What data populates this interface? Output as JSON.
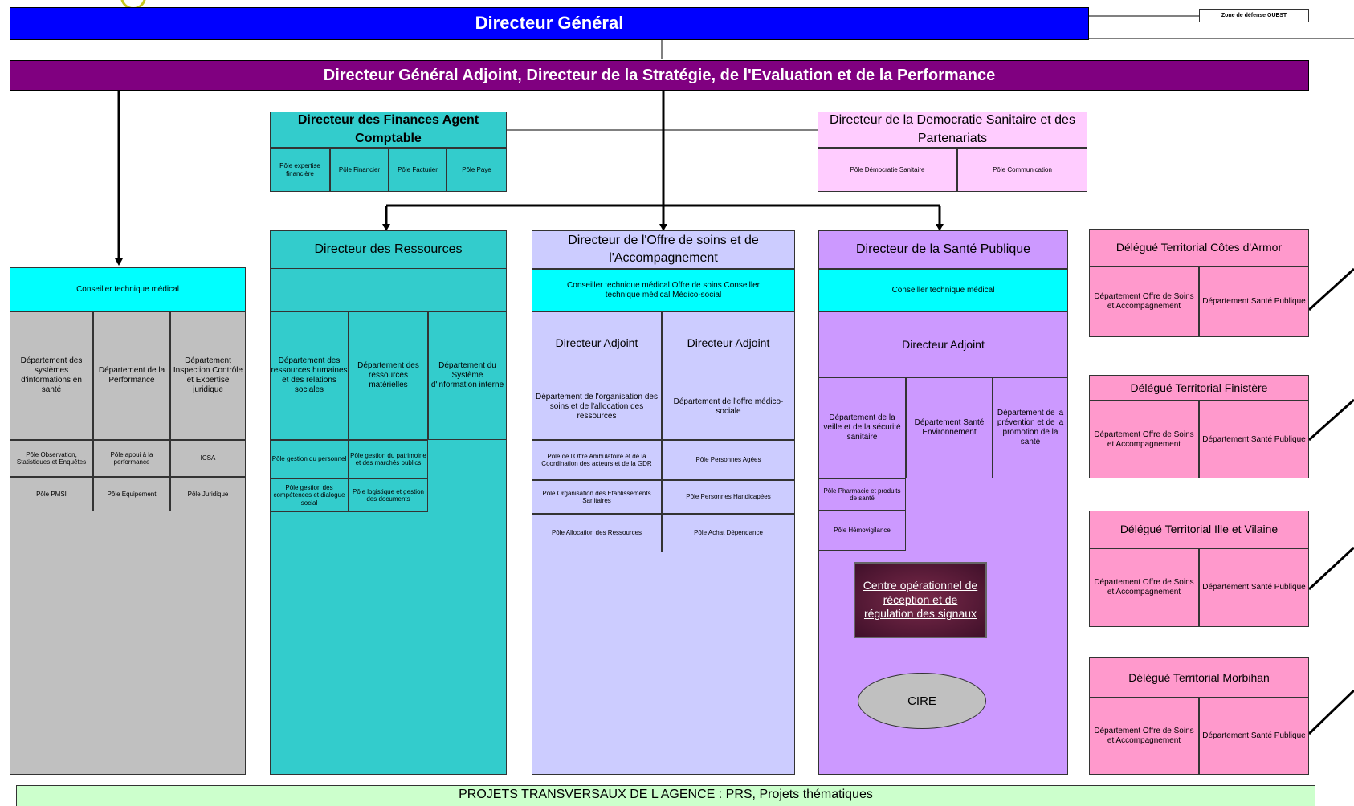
{
  "top": {
    "dg": "Directeur Général",
    "zone": "Zone de défense OUEST"
  },
  "dga": "Directeur Général Adjoint, Directeur de la Stratégie, de l'Evaluation et de la Performance",
  "finances": {
    "title": "Directeur des Finances Agent Comptable",
    "poles": [
      "Pôle expertise financière",
      "Pôle Financier",
      "Pôle Facturier",
      "Pôle Paye"
    ]
  },
  "democratie": {
    "title": "Directeur de la Democratie Sanitaire et des Partenariats",
    "poles": [
      "Pôle Démocratie Sanitaire",
      "Pôle Communication"
    ]
  },
  "left": {
    "header": "Conseiller technique médical",
    "depts": [
      "Département des systèmes d'informations en santé",
      "Département de la Performance",
      "Département Inspection Contrôle et Expertise juridique"
    ],
    "row1": [
      "Pôle Observation, Statistiques et Enquêtes",
      "Pôle appui à la performance",
      "ICSA"
    ],
    "row2": [
      "Pôle PMSI",
      "Pôle Equipement",
      "Pôle Juridique"
    ]
  },
  "ressources": {
    "title": "Directeur des Ressources",
    "depts": [
      "Département des ressources humaines et des relations sociales",
      "Département des ressources matérielles",
      "Département du Système d'information interne"
    ],
    "poles1": [
      "Pôle gestion du personnel",
      "Pôle gestion du patrimoine et des marchés publics"
    ],
    "poles2": [
      "Pôle gestion des compétences et dialogue social",
      "Pôle logistique et gestion des documents"
    ]
  },
  "offre": {
    "title": "Directeur de l'Offre de soins et de l'Accompagnement",
    "header": "Conseiller technique médical Offre de soins Conseiller technique médical Médico-social",
    "adj_left": "Directeur Adjoint",
    "adj_right": "Directeur Adjoint",
    "dept_left": "Département de l'organisation des soins et de l'allocation des ressources",
    "dept_right": "Département de l'offre médico-sociale",
    "poles_left": [
      "Pôle de l'Offre Ambulatoire et de la Coordination des acteurs et de la GDR",
      "Pôle Organisation des Etablissements Sanitaires",
      "Pôle Allocation des Ressources"
    ],
    "poles_right": [
      "Pôle Personnes Agées",
      "Pôle Personnes Handicapées",
      "Pôle Achat Dépendance"
    ]
  },
  "sante": {
    "title": "Directeur de la Santé Publique",
    "header": "Conseiller technique médical",
    "adj": "Directeur Adjoint",
    "depts": [
      "Département de la veille et de la sécurité sanitaire",
      "Département Santé Environnement",
      "Département de la prévention et de la promotion de la santé"
    ],
    "poles": [
      "Pôle Pharmacie et produits de santé",
      "Pôle Hémovigilance"
    ],
    "centre": "Centre opérationnel de réception et de régulation des signaux",
    "cire": "CIRE"
  },
  "delegues": [
    {
      "title": "Délégué Territorial Côtes d'Armor",
      "d1": "Département Offre de Soins et Accompagnement",
      "d2": "Département Santé Publique"
    },
    {
      "title": "Délégué Territorial Finistère",
      "d1": "Département Offre de Soins et Accompagnement",
      "d2": "Département Santé Publique"
    },
    {
      "title": "Délégué Territorial Ille et Vilaine",
      "d1": "Département Offre de Soins et Accompagnement",
      "d2": "Département Santé Publique"
    },
    {
      "title": "Délégué Territorial Morbihan",
      "d1": "Département Offre de Soins et Accompagnement",
      "d2": "Département Santé Publique"
    }
  ],
  "footer": "PROJETS TRANSVERSAUX DE L AGENCE : PRS, Projets thématiques",
  "colors": {
    "dg": "#0000ff",
    "dga": "#800080",
    "teal": "#33cccc",
    "cyan": "#00ffff",
    "pink": "#ff99cc",
    "lightpink": "#ffccff",
    "lavender": "#ccccff",
    "purple": "#cc99ff",
    "grey": "#c0c0c0",
    "footer": "#ccffcc"
  }
}
